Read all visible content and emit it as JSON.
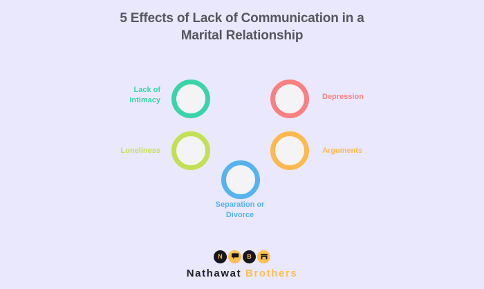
{
  "page": {
    "background_color": "#eae8fd"
  },
  "title": {
    "line1": "5 Effects of Lack of Communication in a",
    "line2": "Marital Relationship",
    "color": "#56565f"
  },
  "diagram": {
    "type": "concept-list",
    "nodes": [
      {
        "id": "lack-of-intimacy",
        "label": "Lack of\nIntimacy",
        "color": "#3ad4a8",
        "fill": "#f4f4f6",
        "label_position": "left"
      },
      {
        "id": "depression",
        "label": "Depression",
        "color": "#f98080",
        "fill": "#f4f4f6",
        "label_position": "right"
      },
      {
        "id": "loneliness",
        "label": "Loneliness",
        "color": "#c3e054",
        "fill": "#f4f4f6",
        "label_position": "left"
      },
      {
        "id": "arguments",
        "label": "Arguments",
        "color": "#fdb94e",
        "fill": "#f4f4f6",
        "label_position": "right"
      },
      {
        "id": "separation-or-divorce",
        "label": "Separation or\nDivorce",
        "color": "#55b3ef",
        "fill": "#f4f4f6",
        "label_position": "below"
      }
    ]
  },
  "logo": {
    "badges": [
      {
        "id": "badge-n",
        "text": "N",
        "icon": "",
        "style": "dark"
      },
      {
        "id": "badge-speech",
        "text": "",
        "icon": "speech-bubble-icon",
        "style": "gold"
      },
      {
        "id": "badge-b",
        "text": "B",
        "icon": "",
        "style": "dark"
      },
      {
        "id": "badge-shop",
        "text": "",
        "icon": "storefront-icon",
        "style": "gold"
      }
    ],
    "word_dark": "Nathawat",
    "word_gold": "Brothers",
    "colors": {
      "dark": "#201f26",
      "gold": "#fbbf52"
    }
  }
}
